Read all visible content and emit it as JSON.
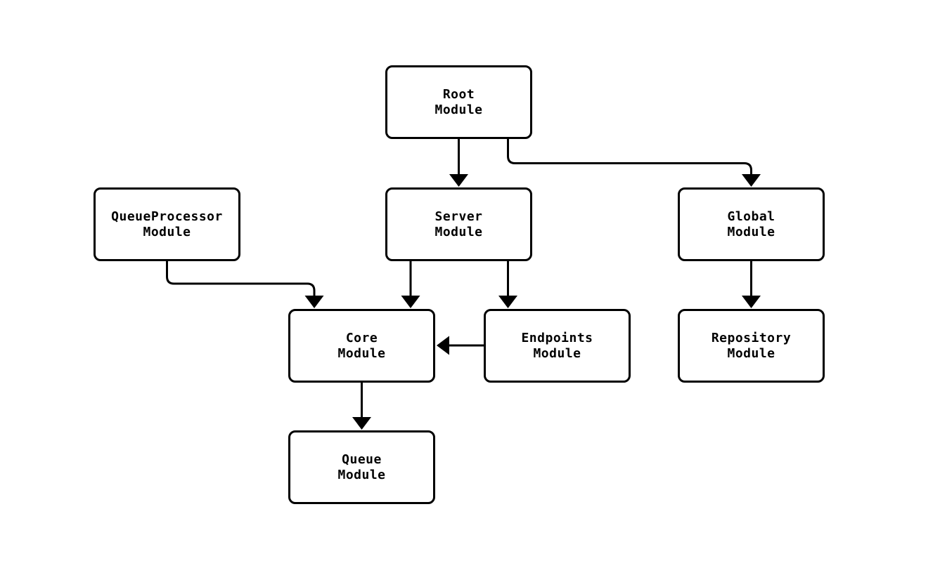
{
  "diagram": {
    "type": "module-dependency-flowchart",
    "background_color": "#ffffff",
    "node_fill_color": "#ffffff",
    "node_border_color": "#000000",
    "edge_color": "#000000",
    "text_color": "#000000",
    "nodes": {
      "root": {
        "label": "Root\nModule"
      },
      "queueprocessor": {
        "label": "QueueProcessor\nModule"
      },
      "server": {
        "label": "Server\nModule"
      },
      "global": {
        "label": "Global\nModule"
      },
      "core": {
        "label": "Core\nModule"
      },
      "endpoints": {
        "label": "Endpoints\nModule"
      },
      "repository": {
        "label": "Repository\nModule"
      },
      "queue": {
        "label": "Queue\nModule"
      }
    },
    "edges": [
      {
        "from": "root",
        "to": "server"
      },
      {
        "from": "root",
        "to": "global"
      },
      {
        "from": "queueprocessor",
        "to": "core"
      },
      {
        "from": "server",
        "to": "core"
      },
      {
        "from": "server",
        "to": "endpoints"
      },
      {
        "from": "endpoints",
        "to": "core"
      },
      {
        "from": "global",
        "to": "repository"
      },
      {
        "from": "core",
        "to": "queue"
      }
    ]
  }
}
